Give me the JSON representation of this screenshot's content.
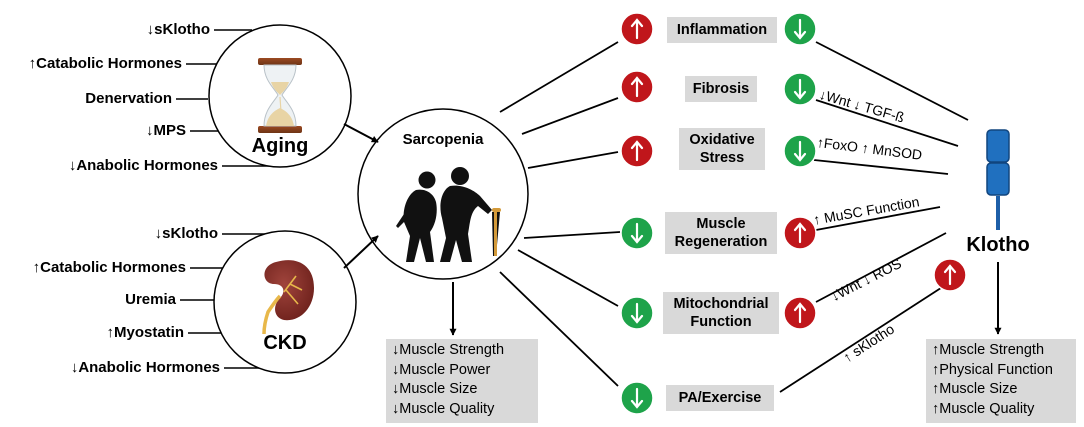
{
  "aging": {
    "title": "Aging",
    "factors": [
      "↓sKlotho",
      "↑Catabolic Hormones",
      "Denervation",
      "↓MPS",
      "↓Anabolic Hormones"
    ]
  },
  "ckd": {
    "title": "CKD",
    "factors": [
      "↓sKlotho",
      "↑Catabolic Hormones",
      "Uremia",
      "↑Myostatin",
      "↓Anabolic Hormones"
    ]
  },
  "sarcopenia": {
    "title": "Sarcopenia",
    "outcomes": [
      "↓Muscle Strength",
      "↓Muscle Power",
      "↓Muscle Size",
      "↓Muscle Quality"
    ]
  },
  "pathways": [
    {
      "label_lines": [
        "Inflammation"
      ],
      "sarc_arrow": "up",
      "klotho_arrow": "down"
    },
    {
      "label_lines": [
        "Fibrosis"
      ],
      "sarc_arrow": "up",
      "klotho_arrow": "down"
    },
    {
      "label_lines": [
        "Oxidative",
        "Stress"
      ],
      "sarc_arrow": "up",
      "klotho_arrow": "down"
    },
    {
      "label_lines": [
        "Muscle",
        "Regeneration"
      ],
      "sarc_arrow": "down",
      "klotho_arrow": "up"
    },
    {
      "label_lines": [
        "Mitochondrial",
        "Function"
      ],
      "sarc_arrow": "down",
      "klotho_arrow": "up"
    },
    {
      "label_lines": [
        "PA/Exercise"
      ],
      "sarc_arrow": "down",
      "klotho_arrow": "up"
    }
  ],
  "annotations": [
    "↓Wnt ↓ TGF-ß",
    "↑FoxO ↑ MnSOD",
    "↑ MuSC Function",
    "↓Wnt ↓ ROS",
    "↑ sKlotho"
  ],
  "klotho": {
    "title": "Klotho",
    "outcomes": [
      "↑Muscle Strength",
      "↑Physical Function",
      "↑Muscle Size",
      "↑Muscle Quality"
    ]
  },
  "colors": {
    "up_marker": "#c0161b",
    "down_marker": "#1ea34a",
    "label_box": "#d9d9d9",
    "klotho_protein": "#1d5fa8"
  },
  "icons": {
    "aging": "hourglass-icon",
    "ckd": "kidney-icon",
    "sarcopenia": "elderly-couple-icon",
    "klotho": "klotho-protein-icon"
  }
}
